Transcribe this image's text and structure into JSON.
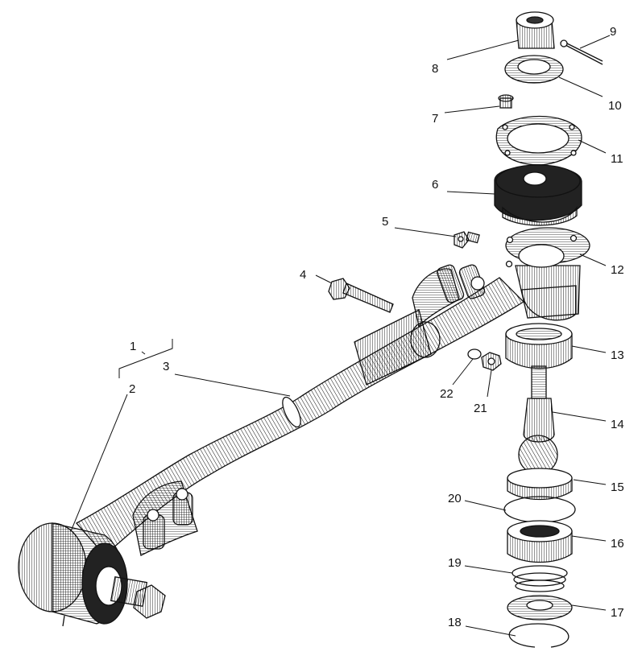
{
  "callouts": [
    {
      "id": "1",
      "label": "1"
    },
    {
      "id": "2",
      "label": "2"
    },
    {
      "id": "3",
      "label": "3"
    },
    {
      "id": "4",
      "label": "4"
    },
    {
      "id": "5",
      "label": "5"
    },
    {
      "id": "6",
      "label": "6"
    },
    {
      "id": "7",
      "label": "7"
    },
    {
      "id": "8",
      "label": "8"
    },
    {
      "id": "9",
      "label": "9"
    },
    {
      "id": "10",
      "label": "10"
    },
    {
      "id": "11",
      "label": "11"
    },
    {
      "id": "12",
      "label": "12"
    },
    {
      "id": "13",
      "label": "13"
    },
    {
      "id": "14",
      "label": "14"
    },
    {
      "id": "15",
      "label": "15"
    },
    {
      "id": "16",
      "label": "16"
    },
    {
      "id": "17",
      "label": "17"
    },
    {
      "id": "18",
      "label": "18"
    },
    {
      "id": "19",
      "label": "19"
    },
    {
      "id": "20",
      "label": "20"
    },
    {
      "id": "21",
      "label": "21"
    },
    {
      "id": "22",
      "label": "22"
    }
  ],
  "colors": {
    "ink": "#111111",
    "paper": "#ffffff"
  }
}
